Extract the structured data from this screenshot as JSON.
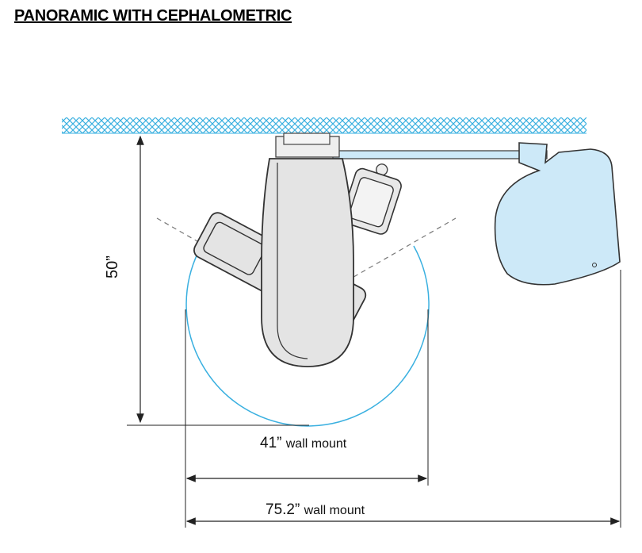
{
  "title": "PANORAMIC WITH CEPHALOMETRIC",
  "dimensions": {
    "height": {
      "value": "50”"
    },
    "width_pano": {
      "value": "41”",
      "unit": "wall mount"
    },
    "width_ceph": {
      "value": "75.2”",
      "unit": "wall mount"
    }
  },
  "colors": {
    "blue": "#3ab0e0",
    "fill_blue": "#cde9f8",
    "grey": "#e4e4e4"
  }
}
